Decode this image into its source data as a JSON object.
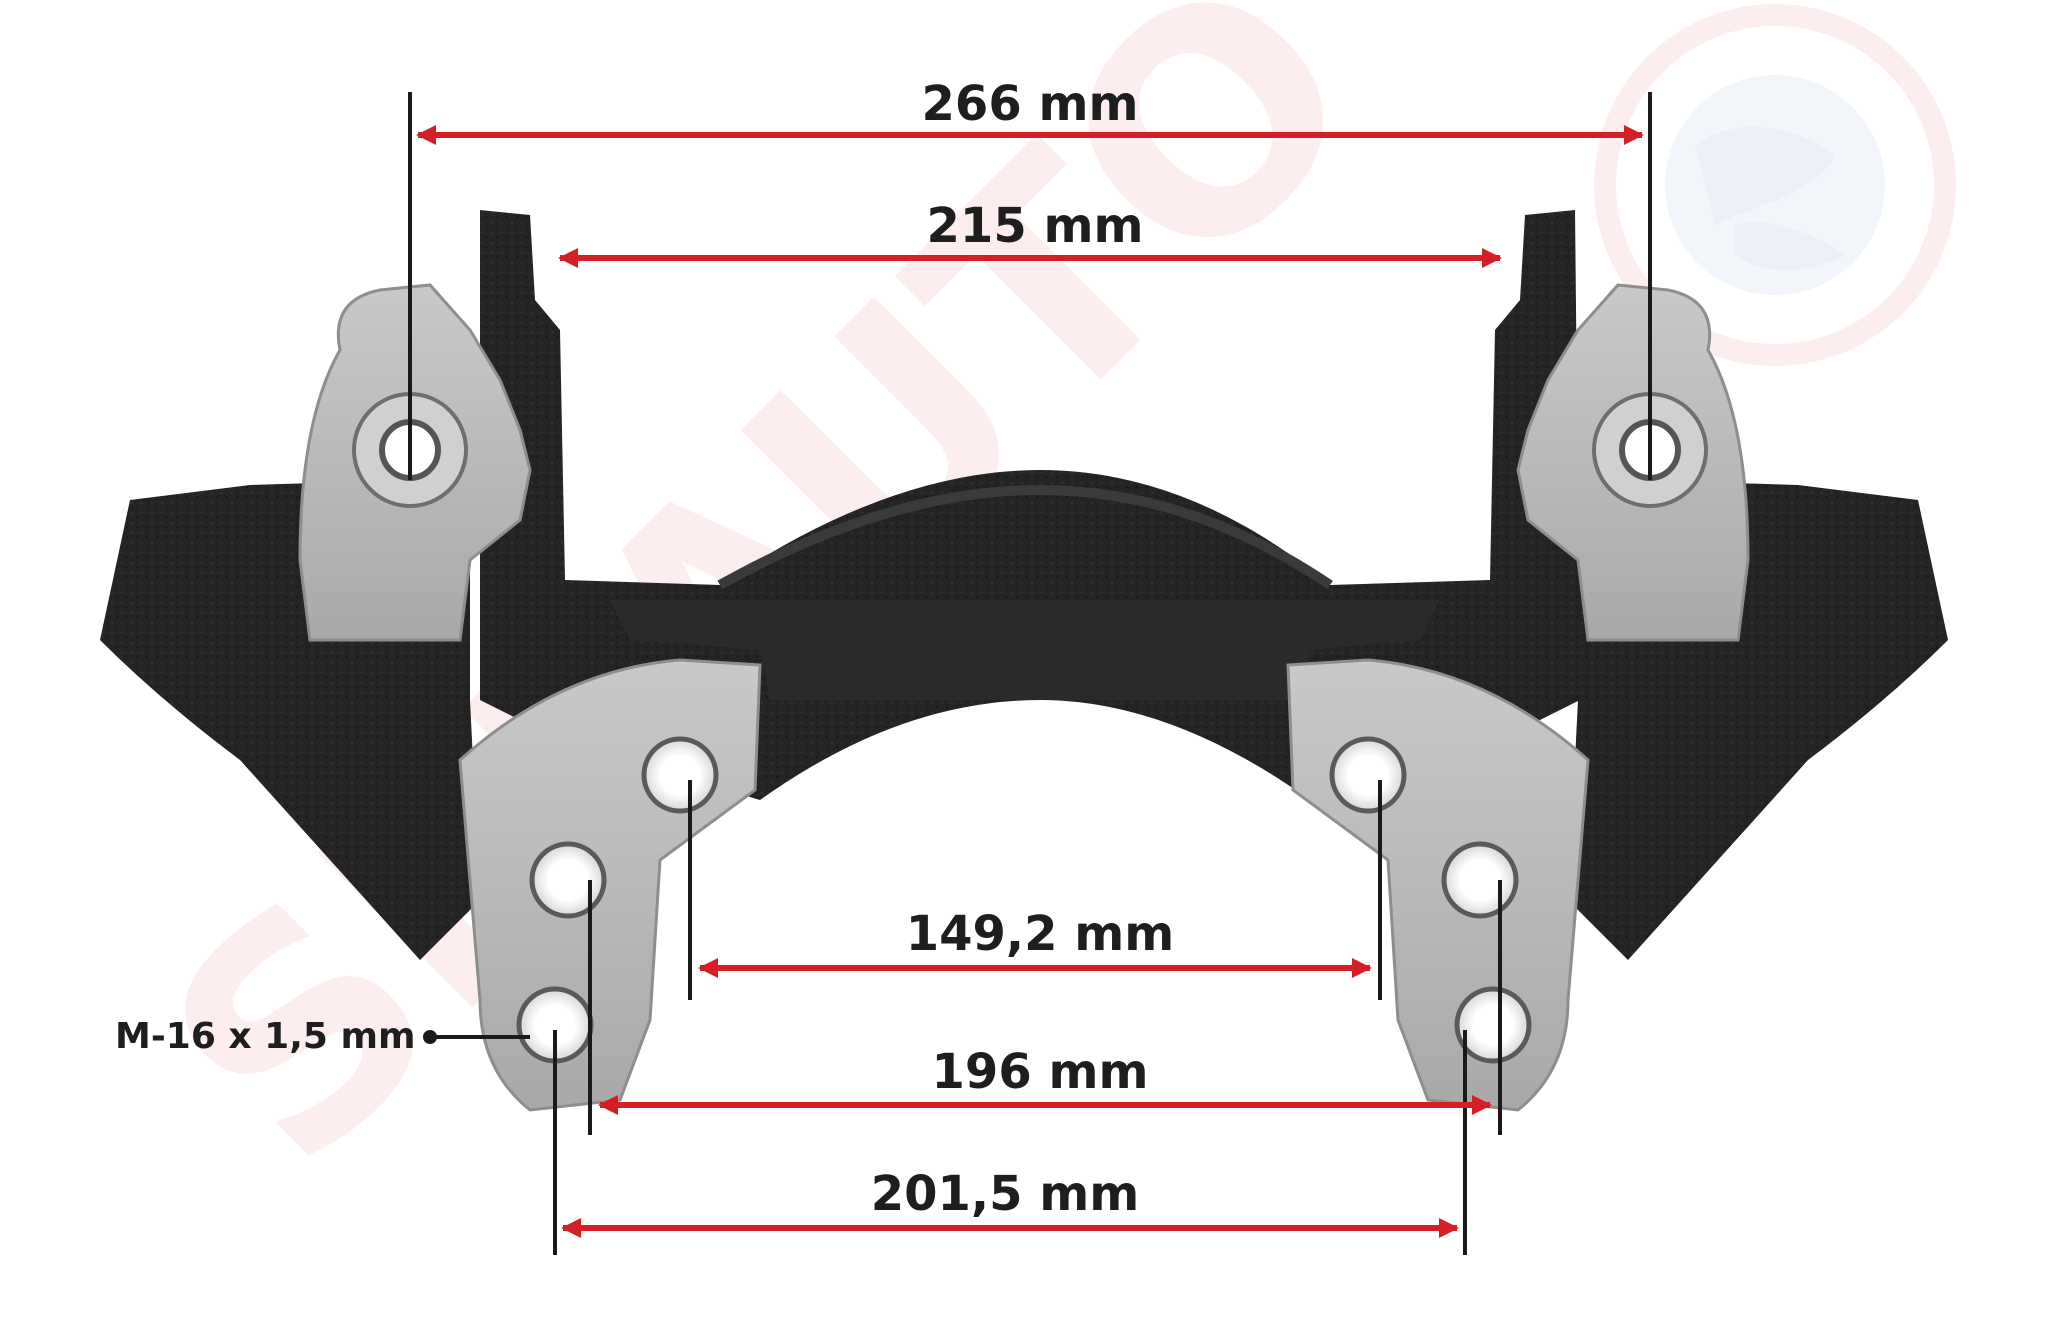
{
  "colors": {
    "arrow": "#d51f26",
    "ext_line": "#1a1a1a",
    "label": "#1e1e1e",
    "body_dark": "#222222",
    "body_mid": "#333333",
    "plate": "#b9b9b9",
    "plate_edge": "#8e8e8e",
    "watermark": "#fbe3e4"
  },
  "watermark": {
    "text": "SEFAUTO",
    "logo": "globe-logo"
  },
  "dimensions": [
    {
      "id": "dim-266",
      "label": "266 mm"
    },
    {
      "id": "dim-215",
      "label": "215 mm"
    },
    {
      "id": "dim-149",
      "label": "149,2 mm"
    },
    {
      "id": "dim-196",
      "label": "196 mm"
    },
    {
      "id": "dim-201",
      "label": "201,5 mm"
    }
  ],
  "thread": {
    "label": "M-16 x 1,5 mm"
  }
}
